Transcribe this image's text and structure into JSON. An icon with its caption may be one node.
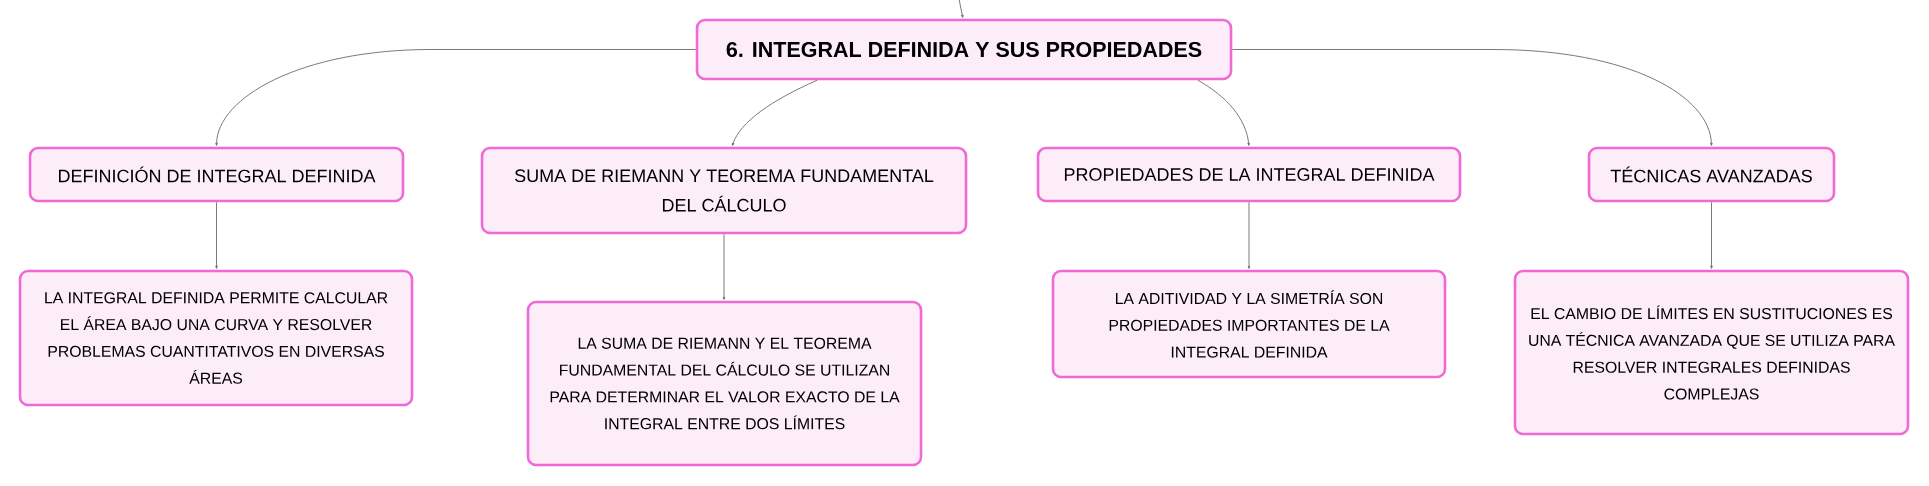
{
  "diagram": {
    "nodes": [
      {
        "text": [
          "6. INTEGRAL DEFINIDA Y SUS PROPIEDADES"
        ]
      },
      {
        "text": [
          "DEFINICIÓN DE INTEGRAL DEFINIDA"
        ]
      },
      {
        "text": [
          "SUMA DE RIEMANN Y TEOREMA FUNDAMENTAL DEL CÁLCULO"
        ]
      },
      {
        "text": [
          "PROPIEDADES DE LA INTEGRAL DEFINIDA"
        ]
      },
      {
        "text": [
          "TÉCNICAS AVANZADAS"
        ]
      },
      {
        "text": [
          "LA INTEGRAL DEFINIDA PERMITE CALCULAR EL ÁREA BAJO UNA CURVA Y RESOLVER PROBLEMAS CUANTITATIVOS EN DIVERSAS ÁREAS"
        ]
      },
      {
        "text": [
          "LA SUMA DE RIEMANN Y EL TEOREMA FUNDAMENTAL DEL CÁLCULO SE UTILIZAN PARA DETERMINAR EL VALOR EXACTO DE LA INTEGRAL ENTRE DOS LÍMITES"
        ]
      },
      {
        "text": [
          "LA ADITIVIDAD Y LA SIMETRÍA SON PROPIEDADES IMPORTANTES DE LA INTEGRAL DEFINIDA"
        ]
      },
      {
        "text": [
          "EL CAMBIO DE LÍMITES EN SUSTITUCIONES ES UNA TÉCNICA AVANZADA QUE SE UTILIZA PARA RESOLVER INTEGRALES DEFINIDAS COMPLEJAS"
        ]
      }
    ],
    "edges": [
      {
        "from": null,
        "to": 0,
        "arrow": "to"
      },
      {
        "from": 0,
        "to": 1,
        "arrow": "to"
      },
      {
        "from": 0,
        "to": 2,
        "arrow": "to"
      },
      {
        "from": 0,
        "to": 3,
        "arrow": "to"
      },
      {
        "from": 0,
        "to": 4,
        "arrow": "to"
      },
      {
        "from": 1,
        "to": 5,
        "arrow": "to"
      },
      {
        "from": 2,
        "to": 6,
        "arrow": "to"
      },
      {
        "from": 3,
        "to": 7,
        "arrow": "to"
      },
      {
        "from": 4,
        "to": 8,
        "arrow": "to"
      }
    ]
  }
}
